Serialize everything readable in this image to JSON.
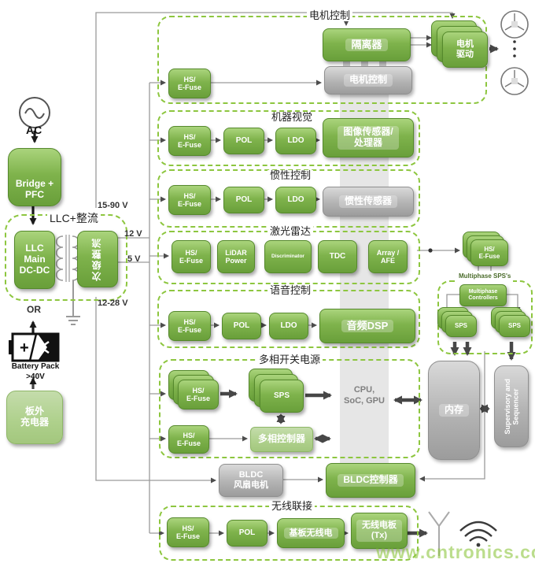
{
  "watermark": "www.cntronics.com",
  "left": {
    "ac": "AC",
    "bridge": "Bridge +\nPFC",
    "llc_label": "LLC+整流",
    "llc_main": "LLC\nMain\nDC-DC",
    "secondary": "次级整流",
    "or": "OR",
    "battery": "Battery Pack\n>40V",
    "charger": "板外\n充电器"
  },
  "voltages": {
    "v1": "15-90 V",
    "v2": "12 V",
    "v3": "5 V",
    "v4": "12-28 V"
  },
  "sections": {
    "motor": {
      "label": "电机控制",
      "efuse": "HS/\nE-Fuse",
      "isolator": "隔离器",
      "drive": "电机\n驱动",
      "controller": "电机控制"
    },
    "vision": {
      "label": "机器视觉",
      "efuse": "HS/\nE-Fuse",
      "pol": "POL",
      "ldo": "LDO",
      "sensor": "图像传感器/\n处理器"
    },
    "inertial": {
      "label": "惯性控制",
      "efuse": "HS/\nE-Fuse",
      "pol": "POL",
      "ldo": "LDO",
      "sensor": "惯性传感器"
    },
    "lidar": {
      "label": "激光雷达",
      "efuse": "HS/\nE-Fuse",
      "power": "LiDAR\nPower",
      "discriminator": "Discriminator",
      "tdc": "TDC",
      "array": "Array /\nAFE"
    },
    "voice": {
      "label": "语音控制",
      "efuse": "HS/\nE-Fuse",
      "pol": "POL",
      "ldo": "LDO",
      "dsp": "音频DSP"
    },
    "multiphase": {
      "label": "多相开关电源",
      "efuse_stack": "HS/\nE-Fuse",
      "efuse": "HS/\nE-Fuse",
      "sps": "SPS",
      "controller": "多相控制器",
      "cpu": "CPU,\nSoC, GPU"
    },
    "bldc": {
      "motor": "BLDC\n风扇电机",
      "controller": "BLDC控制器"
    },
    "wireless": {
      "label": "无线联接",
      "efuse": "HS/\nE-Fuse",
      "pol": "POL",
      "radio": "基板无线电",
      "tx": "无线电板\n(Tx)"
    }
  },
  "right": {
    "efuse": "HS/\nE-Fuse",
    "group_label": "Multiphase SPS's",
    "controllers": "Multiphase\nControllers",
    "sps_a": "SPS",
    "sps_b": "SPS",
    "memory": "内存",
    "supervisor": "Supervisory and\nSequencer"
  },
  "colors": {
    "accent_green": "#8dc63f",
    "block_green": "#7fb34c",
    "block_gray": "#b3b3b3"
  }
}
